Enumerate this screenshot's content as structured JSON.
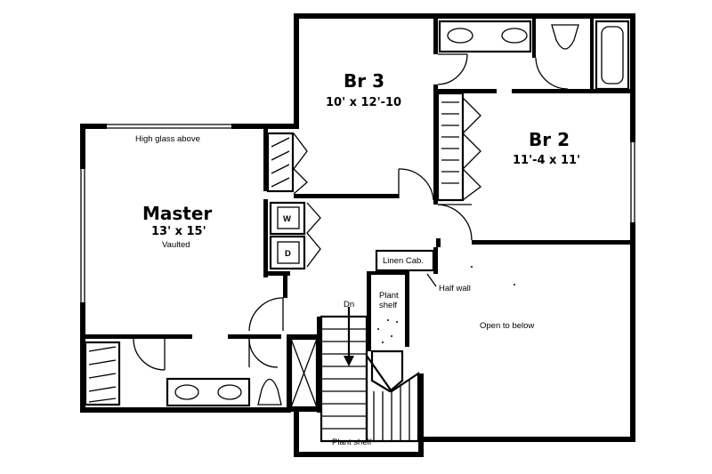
{
  "rooms": {
    "br3": {
      "name": "Br 3",
      "dims": "10' x 12'-10"
    },
    "br2": {
      "name": "Br 2",
      "dims": "11'-4 x 11'"
    },
    "master": {
      "name": "Master",
      "dims": "13' x 15'",
      "note": "Vaulted"
    }
  },
  "labels": {
    "high_glass": "High glass above",
    "linen": "Linen Cab.",
    "half_wall": "Half wall",
    "plant_shelf_1": "Plant",
    "plant_shelf_2": "shelf",
    "plant_shelf_bottom": "Plant shelf",
    "open_below": "Open to below",
    "down": "Dn",
    "washer": "W",
    "dryer": "D"
  }
}
